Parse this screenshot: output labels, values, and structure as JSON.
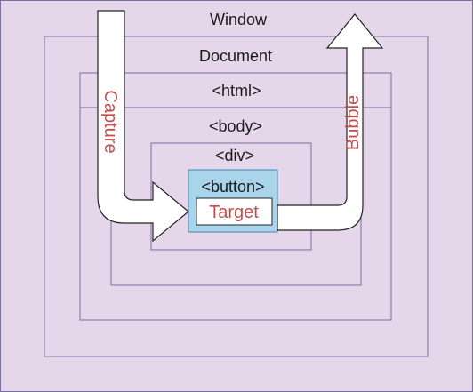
{
  "labels": {
    "window": "Window",
    "document": "Document",
    "html": "<html>",
    "body": "<body>",
    "div": "<div>",
    "button": "<button>",
    "target": "Target",
    "capture": "Capture",
    "bubble": "Bubble"
  },
  "colors": {
    "window_fill": "#e6d6ea",
    "box_stroke": "#7a6f9c",
    "button_fill": "#a9d4ea",
    "button_stroke": "#3c8ab8",
    "arrow_fill": "#ffffff",
    "arrow_stroke": "#222222",
    "label_red": "#c0504d",
    "text": "#1a1a1a"
  }
}
